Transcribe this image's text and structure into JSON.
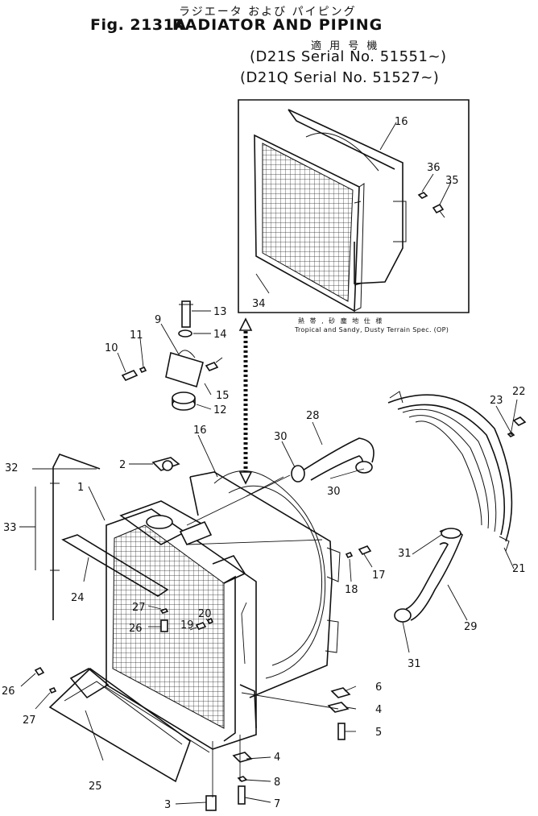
{
  "header": {
    "title_jp": "ラジエータ および パイピング",
    "fig_no": "Fig. 2131A",
    "title": "RADIATOR AND PIPING",
    "applicable_jp": "適 用 号 機",
    "serial_1": "(D21S Serial No. 51551~)",
    "serial_2": "(D21Q Serial No. 51527~)"
  },
  "inset_note": {
    "jp": "熱 帯 , 砂 塵 地 仕 様",
    "en": "Tropical and Sandy, Dusty Terrain Spec. (OP)"
  },
  "callouts": {
    "c1": "1",
    "c2": "2",
    "c3": "3",
    "c4a": "4",
    "c4b": "4",
    "c5": "5",
    "c6": "6",
    "c7": "7",
    "c8": "8",
    "c9": "9",
    "c10": "10",
    "c11": "11",
    "c12": "12",
    "c13": "13",
    "c14": "14",
    "c15": "15",
    "c16a": "16",
    "c16b": "16",
    "c17": "17",
    "c18": "18",
    "c19": "19",
    "c20": "20",
    "c21": "21",
    "c22": "22",
    "c23": "23",
    "c24": "24",
    "c25": "25",
    "c26a": "26",
    "c26b": "26",
    "c27a": "27",
    "c27b": "27",
    "c28": "28",
    "c29": "29",
    "c30a": "30",
    "c30b": "30",
    "c31a": "31",
    "c31b": "31",
    "c32": "32",
    "c33": "33",
    "c34": "34",
    "c35": "35",
    "c36": "36"
  }
}
